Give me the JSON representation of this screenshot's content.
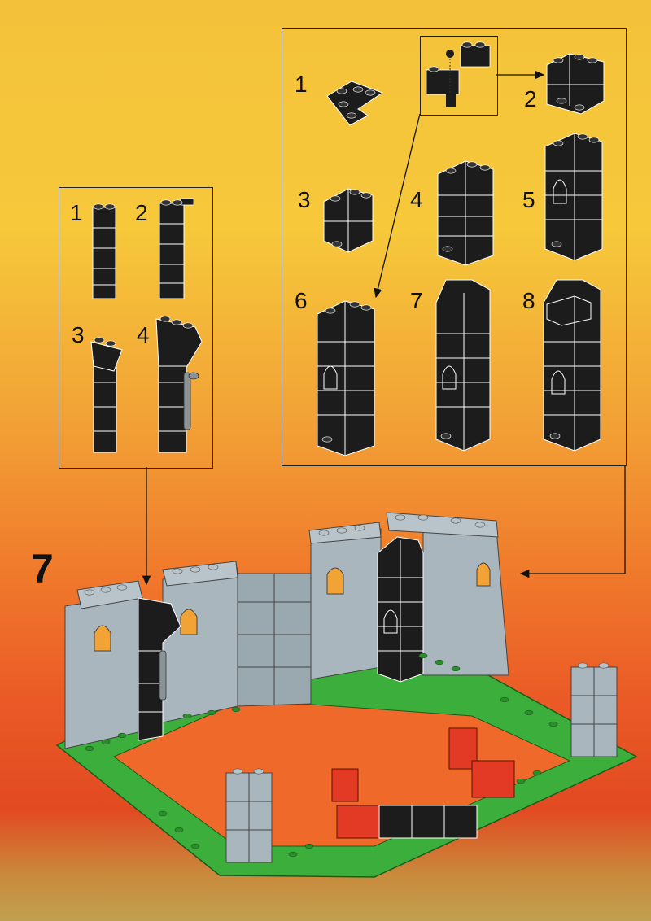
{
  "step": {
    "number": "7"
  },
  "left_panel": {
    "labels": [
      "1",
      "2",
      "3",
      "4"
    ]
  },
  "right_panel": {
    "labels": [
      "1",
      "2",
      "3",
      "4",
      "5",
      "6",
      "7",
      "8"
    ]
  },
  "colors": {
    "brick_black": "#1c1c1c",
    "brick_grey": "#a9b6bd",
    "baseplate_green": "#3cae3c",
    "brick_red": "#e23a24",
    "panel_yellow": "#f7cf3e"
  }
}
